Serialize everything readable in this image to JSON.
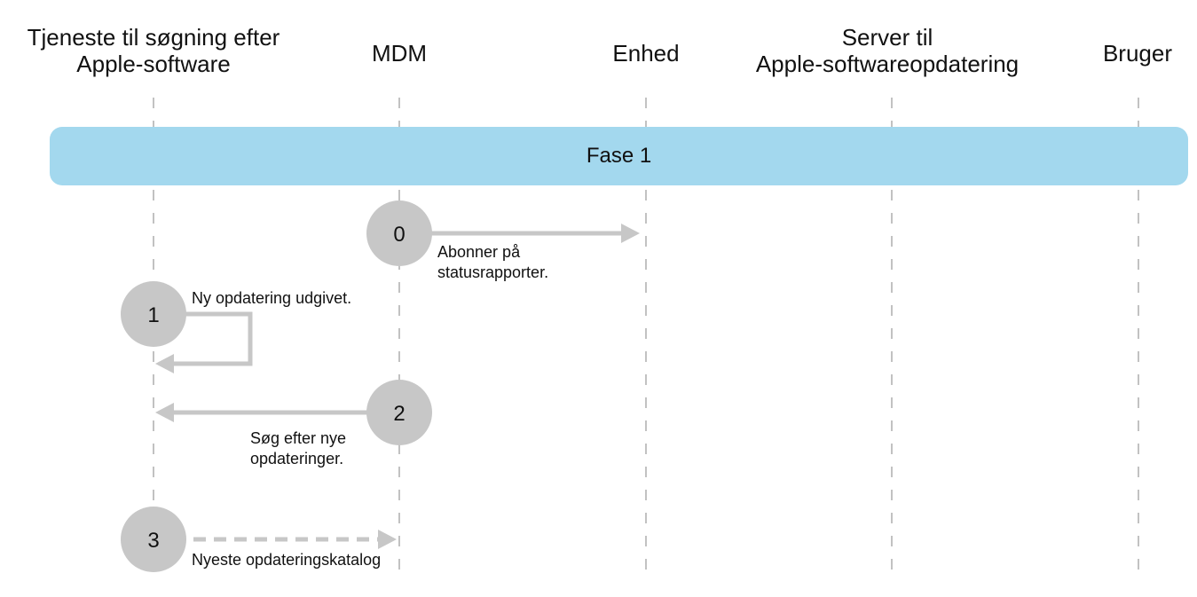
{
  "lanes": [
    {
      "id": "search-service",
      "title_lines": [
        "Tjeneste til søgning efter",
        "Apple-software"
      ]
    },
    {
      "id": "mdm",
      "title_lines": [
        "MDM"
      ]
    },
    {
      "id": "device",
      "title_lines": [
        "Enhed"
      ]
    },
    {
      "id": "update-server",
      "title_lines": [
        "Server til",
        "Apple-softwareopdatering"
      ]
    },
    {
      "id": "user",
      "title_lines": [
        "Bruger"
      ]
    }
  ],
  "phase": {
    "label": "Fase 1",
    "color": "#a3d8ee"
  },
  "steps": [
    {
      "number": "0",
      "label_lines": [
        "Abonner på",
        "statusrapporter."
      ],
      "from": "mdm",
      "to": "device",
      "style": "solid"
    },
    {
      "number": "1",
      "label_lines": [
        "Ny opdatering udgivet."
      ],
      "from": "search-service",
      "to": "search-service",
      "style": "self"
    },
    {
      "number": "2",
      "label_lines": [
        "Søg efter nye",
        "opdateringer."
      ],
      "from": "mdm",
      "to": "search-service",
      "style": "solid"
    },
    {
      "number": "3",
      "label_lines": [
        "Nyeste opdateringskatalog"
      ],
      "from": "search-service",
      "to": "mdm",
      "style": "dashed"
    }
  ],
  "colors": {
    "circle": "#c7c7c7",
    "arrow": "#c7c7c7",
    "lifeline": "#a0a0a0",
    "text": "#111111"
  }
}
